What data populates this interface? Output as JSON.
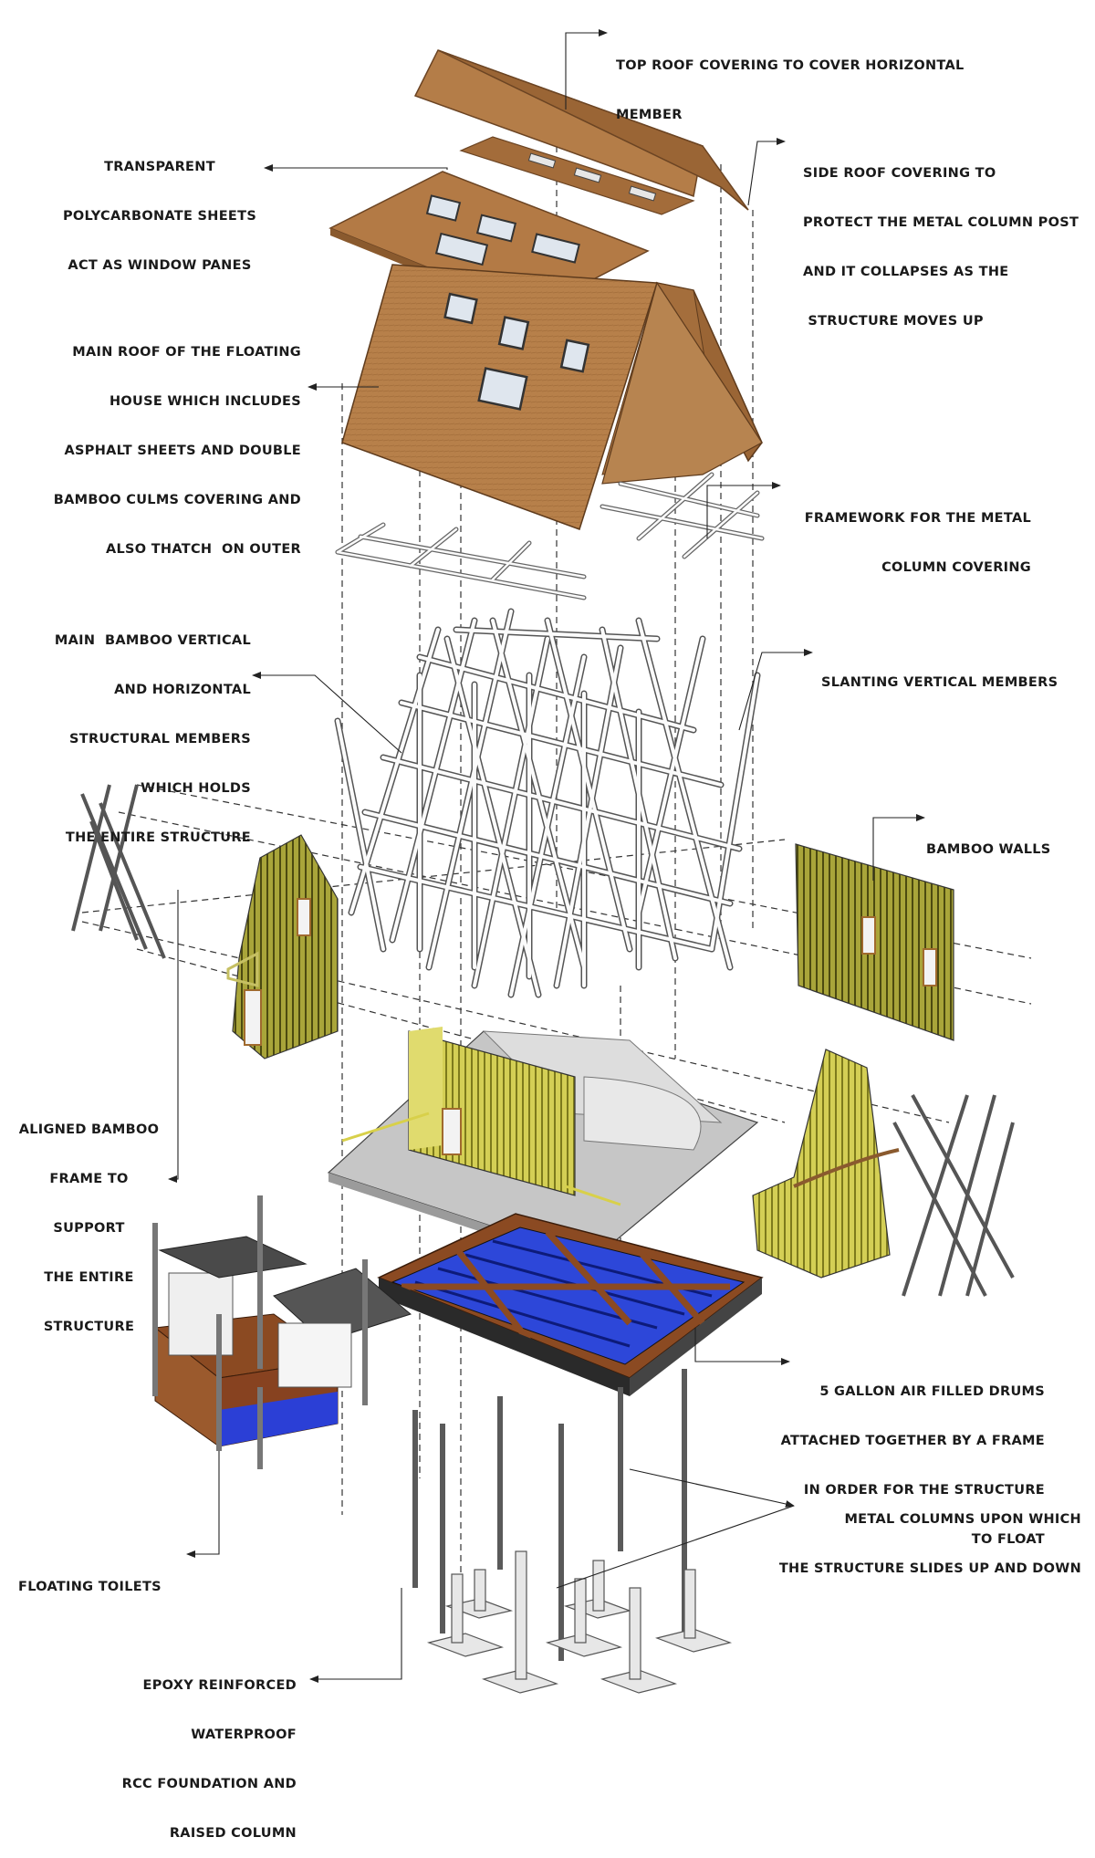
{
  "labels": {
    "top_roof": [
      "TOP ROOF COVERING TO COVER HORIZONTAL",
      "MEMBER"
    ],
    "polycarbonate": [
      "TRANSPARENT",
      "POLYCARBONATE SHEETS",
      "ACT AS WINDOW PANES"
    ],
    "side_roof": [
      "SIDE ROOF COVERING TO",
      "PROTECT THE METAL COLUMN POST",
      "AND IT COLLAPSES AS THE",
      " STRUCTURE MOVES UP"
    ],
    "main_roof": [
      "MAIN ROOF OF THE FLOATING",
      "HOUSE WHICH INCLUDES",
      "ASPHALT SHEETS AND DOUBLE",
      "BAMBOO CULMS COVERING AND",
      "ALSO THATCH  ON OUTER"
    ],
    "framework": [
      "FRAMEWORK FOR THE METAL",
      "COLUMN COVERING"
    ],
    "main_bamboo": [
      "MAIN  BAMBOO VERTICAL",
      "AND HORIZONTAL",
      "STRUCTURAL MEMBERS",
      "WHICH HOLDS",
      "THE ENTIRE STRUCTURE"
    ],
    "slanting": [
      "SLANTING VERTICAL MEMBERS"
    ],
    "bamboo_walls": [
      "BAMBOO WALLS"
    ],
    "aligned_frame": [
      "ALIGNED BAMBOO",
      "FRAME TO",
      "SUPPORT",
      "THE ENTIRE",
      "STRUCTURE"
    ],
    "drums": [
      "5 GALLON AIR FILLED DRUMS",
      "ATTACHED TOGETHER BY A FRAME",
      "IN ORDER FOR THE STRUCTURE",
      "TO FLOAT"
    ],
    "metal_columns": [
      "METAL COLUMNS UPON WHICH",
      "THE STRUCTURE SLIDES UP AND DOWN"
    ],
    "toilets": [
      "FLOATING TOILETS"
    ],
    "foundation": [
      "EPOXY REINFORCED",
      "WATERPROOF",
      "RCC FOUNDATION AND",
      "RAISED COLUMN"
    ]
  },
  "colors": {
    "roof_wood": "#b07a45",
    "roof_dark": "#8a5a2e",
    "bamboo": "#c9c548",
    "bamboo_dark": "#8a8a22",
    "frame_white": "#f2f2f2",
    "drum_blue": "#2b3fd6",
    "deck_brown": "#8b4a22",
    "floor_grey": "#c8c8c8",
    "concrete": "#dddddd",
    "line": "#222222"
  }
}
